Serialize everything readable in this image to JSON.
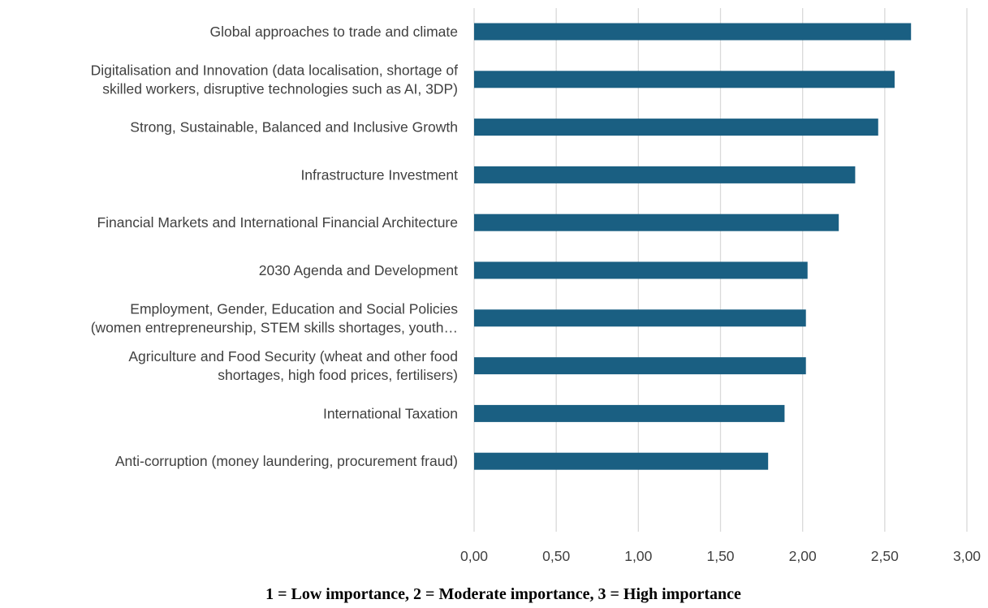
{
  "chart_data": {
    "type": "bar",
    "orientation": "horizontal",
    "categories": [
      [
        "Global approaches to trade and climate"
      ],
      [
        "Digitalisation and Innovation (data localisation, shortage of",
        "skilled workers, disruptive technologies such as AI, 3DP)"
      ],
      [
        "Strong, Sustainable, Balanced and Inclusive Growth"
      ],
      [
        "Infrastructure Investment"
      ],
      [
        "Financial Markets and International Financial Architecture"
      ],
      [
        "2030 Agenda and Development"
      ],
      [
        "Employment, Gender, Education and Social Policies",
        "(women entrepreneurship, STEM skills shortages, youth…"
      ],
      [
        "Agriculture and Food Security (wheat and other food",
        "shortages, high food prices, fertilisers)"
      ],
      [
        "International Taxation"
      ],
      [
        "Anti-corruption (money laundering, procurement fraud)"
      ]
    ],
    "values": [
      2.66,
      2.56,
      2.46,
      2.32,
      2.22,
      2.03,
      2.02,
      2.02,
      1.89,
      1.79
    ],
    "xlim": [
      0,
      3
    ],
    "xticks": [
      "0,00",
      "0,50",
      "1,00",
      "1,50",
      "2,00",
      "2,50",
      "3,00"
    ],
    "xtick_values": [
      0,
      0.5,
      1,
      1.5,
      2,
      2.5,
      3
    ],
    "xlabel": "1 = Low importance, 2 = Moderate importance, 3 = High importance",
    "grid": "vertical",
    "legend": "none",
    "colors": {
      "bar": "#1a5f82",
      "grid": "#d9d9d9",
      "label": "#404040",
      "caption": "#000000"
    }
  }
}
